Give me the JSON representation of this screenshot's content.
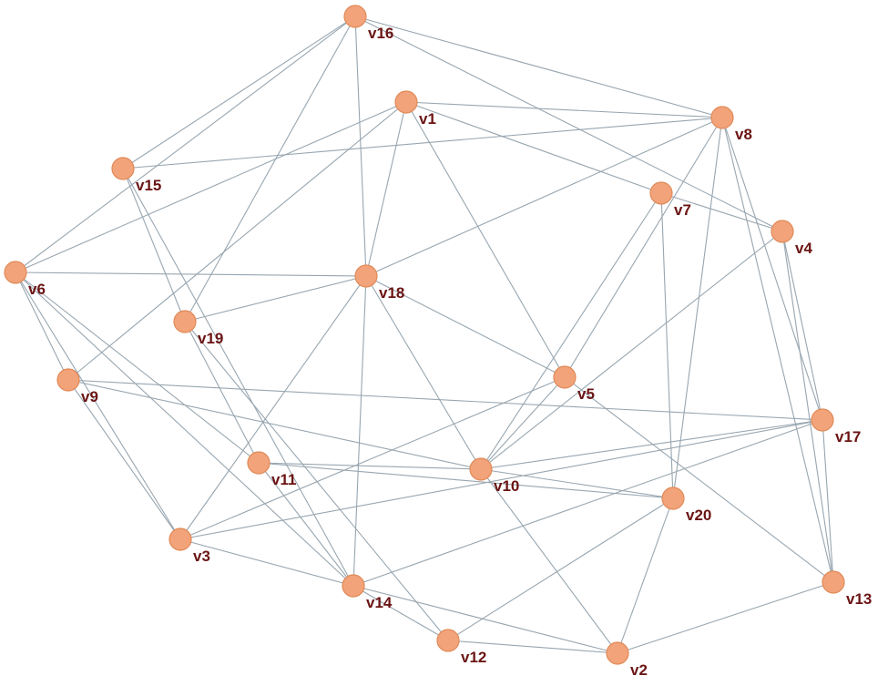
{
  "graph": {
    "node_color": "#f2a37a",
    "node_border_color": "#e08a58",
    "edge_color": "#98a6b0",
    "label_color": "#6b1414",
    "nodes": [
      {
        "id": "v1",
        "label": "v1"
      },
      {
        "id": "v2",
        "label": "v2"
      },
      {
        "id": "v3",
        "label": "v3"
      },
      {
        "id": "v4",
        "label": "v4"
      },
      {
        "id": "v5",
        "label": "v5"
      },
      {
        "id": "v6",
        "label": "v6"
      },
      {
        "id": "v7",
        "label": "v7"
      },
      {
        "id": "v8",
        "label": "v8"
      },
      {
        "id": "v9",
        "label": "v9"
      },
      {
        "id": "v10",
        "label": "v10"
      },
      {
        "id": "v11",
        "label": "v11"
      },
      {
        "id": "v12",
        "label": "v12"
      },
      {
        "id": "v13",
        "label": "v13"
      },
      {
        "id": "v14",
        "label": "v14"
      },
      {
        "id": "v15",
        "label": "v15"
      },
      {
        "id": "v16",
        "label": "v16"
      },
      {
        "id": "v17",
        "label": "v17"
      },
      {
        "id": "v18",
        "label": "v18"
      },
      {
        "id": "v19",
        "label": "v19"
      },
      {
        "id": "v20",
        "label": "v20"
      }
    ],
    "edges": [
      [
        "v16",
        "v15"
      ],
      [
        "v16",
        "v6"
      ],
      [
        "v16",
        "v18"
      ],
      [
        "v16",
        "v19"
      ],
      [
        "v16",
        "v8"
      ],
      [
        "v16",
        "v4"
      ],
      [
        "v1",
        "v8"
      ],
      [
        "v1",
        "v7"
      ],
      [
        "v1",
        "v5"
      ],
      [
        "v1",
        "v18"
      ],
      [
        "v1",
        "v6"
      ],
      [
        "v1",
        "v9"
      ],
      [
        "v15",
        "v8"
      ],
      [
        "v15",
        "v19"
      ],
      [
        "v15",
        "v14"
      ],
      [
        "v8",
        "v18"
      ],
      [
        "v8",
        "v5"
      ],
      [
        "v8",
        "v20"
      ],
      [
        "v8",
        "v17"
      ],
      [
        "v8",
        "v13"
      ],
      [
        "v7",
        "v4"
      ],
      [
        "v7",
        "v20"
      ],
      [
        "v7",
        "v10"
      ],
      [
        "v4",
        "v10"
      ],
      [
        "v4",
        "v17"
      ],
      [
        "v4",
        "v13"
      ],
      [
        "v6",
        "v18"
      ],
      [
        "v6",
        "v9"
      ],
      [
        "v6",
        "v11"
      ],
      [
        "v6",
        "v14"
      ],
      [
        "v6",
        "v3"
      ],
      [
        "v18",
        "v19"
      ],
      [
        "v18",
        "v5"
      ],
      [
        "v18",
        "v10"
      ],
      [
        "v18",
        "v3"
      ],
      [
        "v18",
        "v14"
      ],
      [
        "v19",
        "v11"
      ],
      [
        "v19",
        "v12"
      ],
      [
        "v9",
        "v17"
      ],
      [
        "v9",
        "v10"
      ],
      [
        "v9",
        "v3"
      ],
      [
        "v5",
        "v3"
      ],
      [
        "v5",
        "v10"
      ],
      [
        "v5",
        "v13"
      ],
      [
        "v17",
        "v10"
      ],
      [
        "v17",
        "v3"
      ],
      [
        "v17",
        "v14"
      ],
      [
        "v17",
        "v13"
      ],
      [
        "v11",
        "v10"
      ],
      [
        "v11",
        "v20"
      ],
      [
        "v11",
        "v14"
      ],
      [
        "v10",
        "v20"
      ],
      [
        "v10",
        "v2"
      ],
      [
        "v20",
        "v12"
      ],
      [
        "v20",
        "v2"
      ],
      [
        "v3",
        "v14"
      ],
      [
        "v14",
        "v12"
      ],
      [
        "v14",
        "v2"
      ],
      [
        "v12",
        "v2"
      ],
      [
        "v13",
        "v2"
      ]
    ]
  }
}
